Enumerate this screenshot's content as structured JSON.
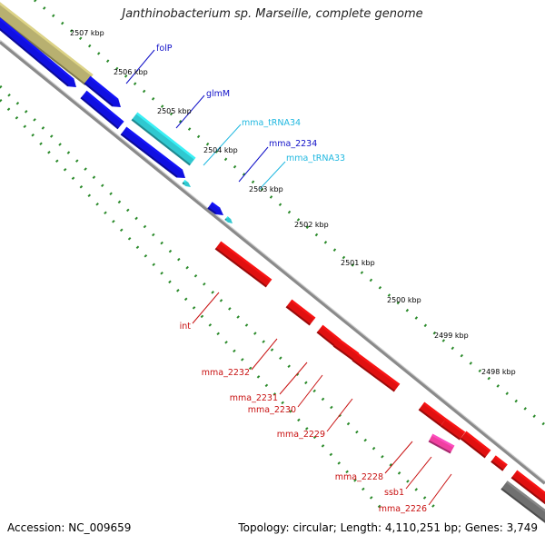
{
  "title": "Janthinobacterium sp. Marseille, complete genome",
  "footer": {
    "accession": "Accession: NC_009659",
    "summary": "Topology: circular; Length: 4,110,251 bp; Genes: 3,749"
  },
  "ruler": {
    "ticks": [
      "2507 kbp",
      "2506 kbp",
      "2505 kbp",
      "2504 kbp",
      "2503 kbp",
      "2502 kbp",
      "2501 kbp",
      "2500 kbp",
      "2499 kbp",
      "2498 kbp"
    ]
  },
  "colors": {
    "forward_gene": "#1010e0",
    "reverse_gene": "#e01010",
    "trna": "#30c8d0",
    "olive_feature": "#b8b070",
    "pink_feature": "#f040a0",
    "gray_feature": "#707070",
    "backbone": "#8a8a8a",
    "tick_dots": "#2a8a2a",
    "forward_label": "#1010c8",
    "trna_label": "#20b8e0",
    "reverse_label": "#c81010"
  },
  "labels": {
    "folP": "folP",
    "glmM": "glmM",
    "mma_tRNA34": "mma_tRNA34",
    "mma_2234": "mma_2234",
    "mma_tRNA33": "mma_tRNA33",
    "int": "int",
    "mma_2232": "mma_2232",
    "mma_2231": "mma_2231",
    "mma_2230": "mma_2230",
    "mma_2229": "mma_2229",
    "mma_2228": "mma_2228",
    "ssb1": "ssb1",
    "mma_2226": "mma_2226"
  }
}
